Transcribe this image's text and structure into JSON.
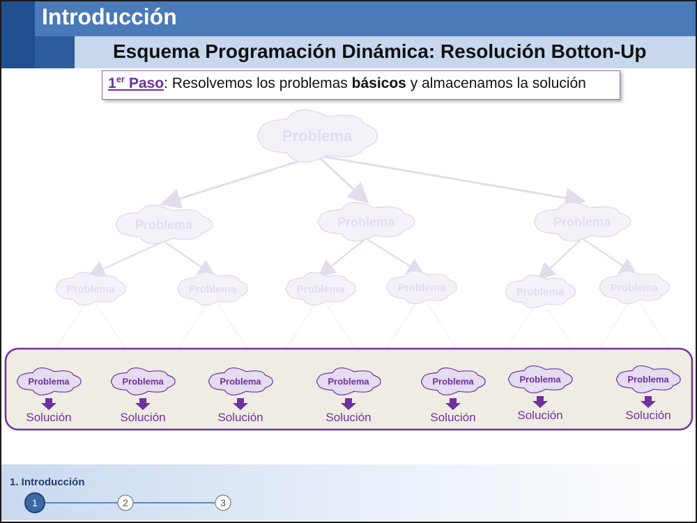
{
  "header": {
    "title": "Introducción",
    "subtitle": "Esquema Programación Dinámica: Resolución Botton-Up"
  },
  "step": {
    "label_number": "1",
    "label_sup": "er",
    "label_word": "Paso",
    "text_before": ": Resolvemos los problemas ",
    "text_bold": "básicos",
    "text_after": " y almacenamos la solución"
  },
  "tree": {
    "root": "Problema",
    "level1": [
      "Problema",
      "Problema",
      "Problema"
    ],
    "level2": [
      "Problema",
      "Problema",
      "Problema",
      "Problema",
      "Problema",
      "Problema"
    ]
  },
  "base": {
    "problems": [
      "Problema",
      "Problema",
      "Problema",
      "Problema",
      "Problema",
      "Problema",
      "Problema"
    ],
    "solutions": [
      "Solución",
      "Solución",
      "Solución",
      "Solución",
      "Solución",
      "Solución",
      "Solución"
    ]
  },
  "footer": {
    "section_label": "1. Introducción",
    "steps": [
      "1",
      "2",
      "3"
    ],
    "active_step": "1"
  },
  "colors": {
    "header_blue": "#4a7ab8",
    "header_dark": "#1f4f8f",
    "subheader": "#c6d7ee",
    "accent_purple": "#7030a0",
    "faded_cloud": "#f2eff8",
    "base_panel": "#efece4"
  }
}
